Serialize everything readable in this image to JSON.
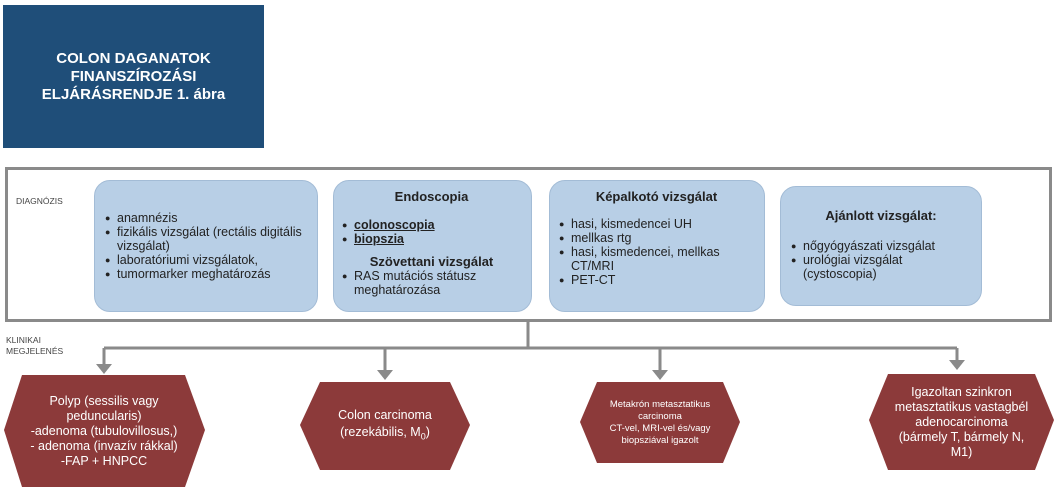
{
  "title": {
    "lines": [
      "COLON DAGANATOK",
      "FINANSZÍROZÁSI",
      "ELJÁRÁSRENDJE 1. ábra"
    ]
  },
  "labels": {
    "diagnosis": "DIAGNÓZIS",
    "clinical_1": "KLINIKAI",
    "clinical_2": "MEGJELENÉS"
  },
  "cards": {
    "history": {
      "items": [
        "anamnézis",
        "fizikális vizsgálat (rectális digitális vizsgálat)",
        "laboratóriumi vizsgálatok,",
        "tumormarker meghatározás"
      ]
    },
    "endoscopy": {
      "heading": "Endoscopia",
      "items": [
        "colonoscopia",
        "biopszia"
      ],
      "heading2": "Szövettani vizsgálat",
      "items2": [
        "RAS mutációs státusz meghatározása"
      ]
    },
    "imaging": {
      "heading": "Képalkotó vizsgálat",
      "items": [
        "hasi, kismedencei UH",
        "mellkas rtg",
        "hasi, kismedencei, mellkas CT/MRI",
        "PET-CT"
      ]
    },
    "recommended": {
      "heading": "Ajánlott vizsgálat:",
      "items": [
        "nőgyógyászati vizsgálat",
        "urológiai vizsgálat (cystoscopia)"
      ]
    }
  },
  "outcomes": {
    "polyp": {
      "lines": [
        "Polyp (sessilis vagy",
        "peduncularis)",
        "-adenoma (tubulovillosus,)",
        "- adenoma (invazív rákkal)",
        "-FAP + HNPCC"
      ]
    },
    "carcinoma": {
      "line1": "Colon carcinoma",
      "line2_prefix": "(rezekábilis, M",
      "line2_sub": "0",
      "line2_suffix": ")"
    },
    "metachronous": {
      "lines": [
        "Metakrón metasztatikus",
        "carcinoma",
        "CT-vel, MRI-vel és/vagy",
        "biopsziával igazolt"
      ]
    },
    "synchronous": {
      "lines": [
        "Igazoltan szinkron",
        "metasztatikus vastagbél",
        "adenocarcinoma",
        "(bármely T, bármely N,",
        "M1)"
      ]
    }
  },
  "colors": {
    "title_bg": "#1f4e79",
    "card_bg": "#b8cfe6",
    "hexagon": "#8c3a3a",
    "connector": "#8a8a8a"
  }
}
